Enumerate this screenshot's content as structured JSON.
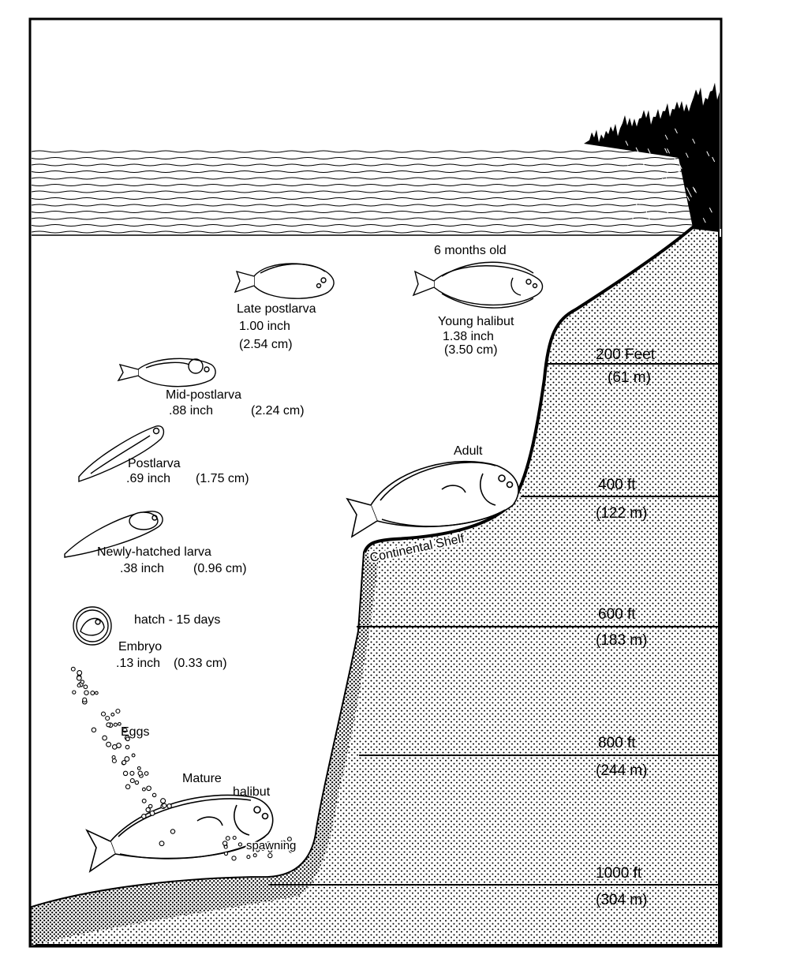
{
  "colors": {
    "ink": "#000000",
    "paper": "#ffffff"
  },
  "depth_markers": [
    {
      "feet": "200 Feet",
      "meters": "(61 m)"
    },
    {
      "feet": "400 ft",
      "meters": "(122 m)"
    },
    {
      "feet": "600 ft",
      "meters": "(183 m)"
    },
    {
      "feet": "800 ft",
      "meters": "(244 m)"
    },
    {
      "feet": "1000 ft",
      "meters": "(304 m)"
    }
  ],
  "shelf_label": "Continental Shelf",
  "stages": {
    "young": {
      "age": "6 months old",
      "name": "Young halibut",
      "inch": "1.38 inch",
      "cm": "(3.50 cm)"
    },
    "late_postlarva": {
      "name": "Late postlarva",
      "inch": "1.00 inch",
      "cm": "(2.54 cm)"
    },
    "mid_postlarva": {
      "name": "Mid-postlarva",
      "inch": ".88 inch",
      "cm": "(2.24 cm)"
    },
    "postlarva": {
      "name": "Postlarva",
      "inch": ".69 inch",
      "cm": "(1.75 cm)"
    },
    "newly_hatched": {
      "name": "Newly-hatched larva",
      "inch": ".38 inch",
      "cm": "(0.96 cm)"
    },
    "hatch": {
      "note": "hatch - 15 days"
    },
    "embryo": {
      "name": "Embryo",
      "inch": ".13 inch",
      "cm": "(0.33 cm)"
    },
    "eggs": {
      "name": "Eggs"
    },
    "adult": {
      "name": "Adult"
    },
    "mature": {
      "line1": "Mature",
      "line2": "halibut",
      "spawning": "spawning"
    }
  }
}
